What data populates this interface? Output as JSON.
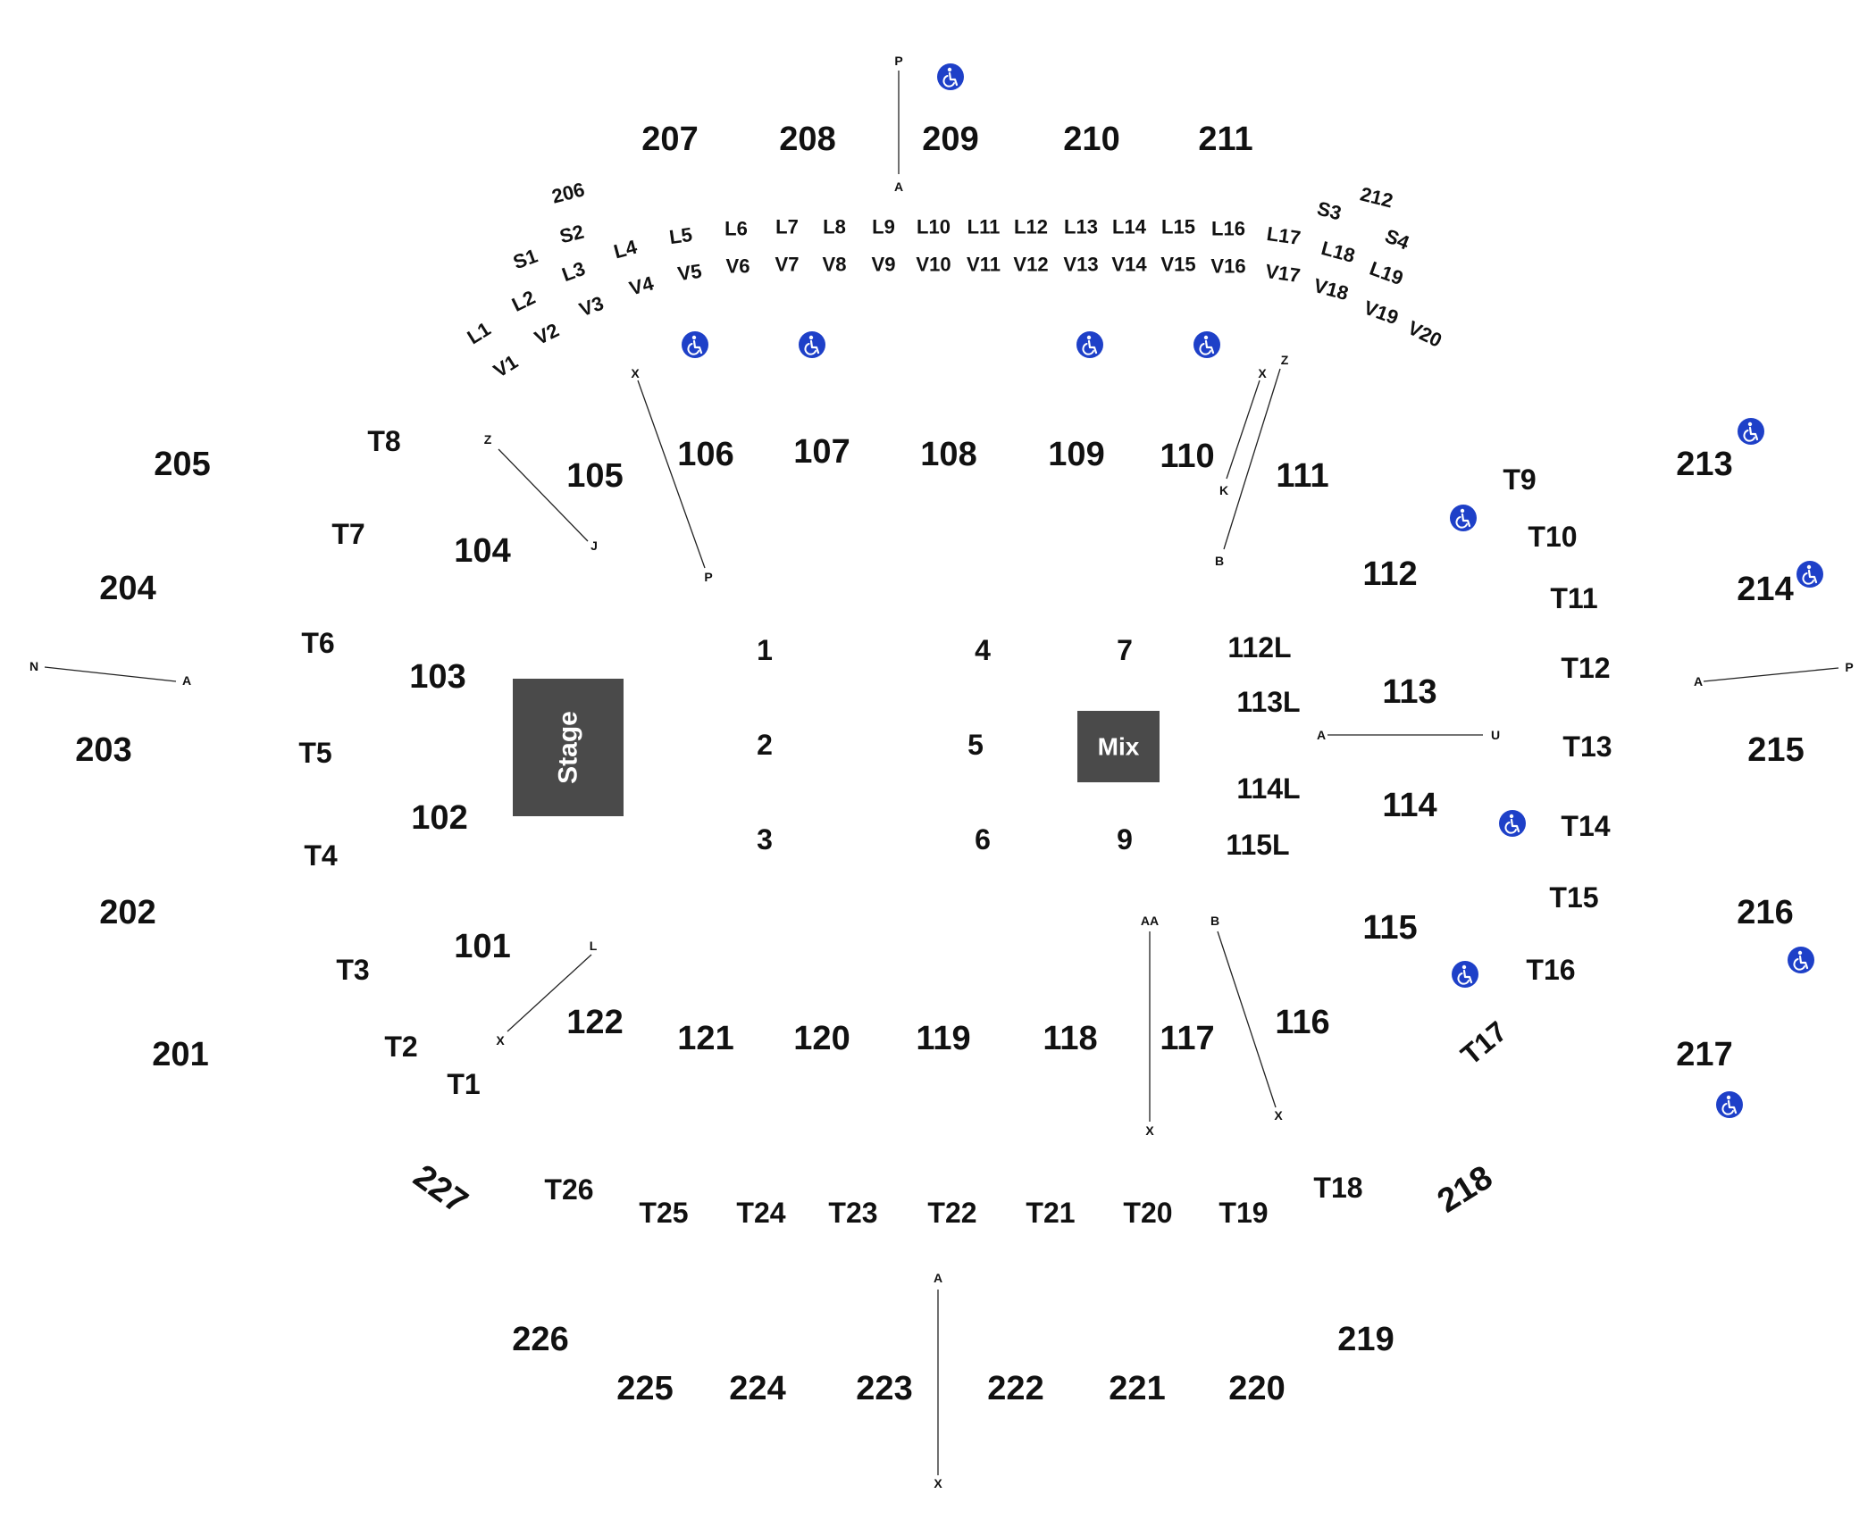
{
  "colors": {
    "accent": "#1e40c8",
    "block": "#4a4a4a",
    "text": "#111111"
  },
  "icons": {
    "accessible": "wheelchair-icon"
  },
  "stage": {
    "label": "Stage"
  },
  "mix": {
    "label": "Mix"
  },
  "floor_sections": [
    "1",
    "2",
    "3",
    "4",
    "5",
    "6",
    "7",
    "9"
  ],
  "lower_sections": [
    "101",
    "102",
    "103",
    "104",
    "105",
    "106",
    "107",
    "108",
    "109",
    "110",
    "111",
    "112",
    "113",
    "114",
    "115",
    "116",
    "117",
    "118",
    "119",
    "120",
    "121",
    "122",
    "112L",
    "113L",
    "114L",
    "115L"
  ],
  "upper_sections": [
    "201",
    "202",
    "203",
    "204",
    "205",
    "206",
    "207",
    "208",
    "209",
    "210",
    "211",
    "212",
    "213",
    "214",
    "215",
    "216",
    "217",
    "218",
    "219",
    "220",
    "221",
    "222",
    "223",
    "224",
    "225",
    "226",
    "227"
  ],
  "tables": [
    "T1",
    "T2",
    "T3",
    "T4",
    "T5",
    "T6",
    "T7",
    "T8",
    "T9",
    "T10",
    "T11",
    "T12",
    "T13",
    "T14",
    "T15",
    "T16",
    "T17",
    "T18",
    "T19",
    "T20",
    "T21",
    "T22",
    "T23",
    "T24",
    "T25",
    "T26"
  ],
  "suites": [
    "S1",
    "S2",
    "S3",
    "S4"
  ],
  "loge_l": [
    "L1",
    "L2",
    "L3",
    "L4",
    "L5",
    "L6",
    "L7",
    "L8",
    "L9",
    "L10",
    "L11",
    "L12",
    "L13",
    "L14",
    "L15",
    "L16",
    "L17",
    "L18",
    "L19"
  ],
  "loge_v": [
    "V1",
    "V2",
    "V3",
    "V4",
    "V5",
    "V6",
    "V7",
    "V8",
    "V9",
    "V10",
    "V11",
    "V12",
    "V13",
    "V14",
    "V15",
    "V16",
    "V17",
    "V18",
    "V19",
    "V20"
  ],
  "rows": [
    "P",
    "A",
    "X",
    "Z",
    "J",
    "P",
    "X",
    "K",
    "Z",
    "B",
    "N",
    "A",
    "A",
    "U",
    "A",
    "P",
    "L",
    "X",
    "AA",
    "X",
    "B",
    "X",
    "A",
    "X"
  ]
}
